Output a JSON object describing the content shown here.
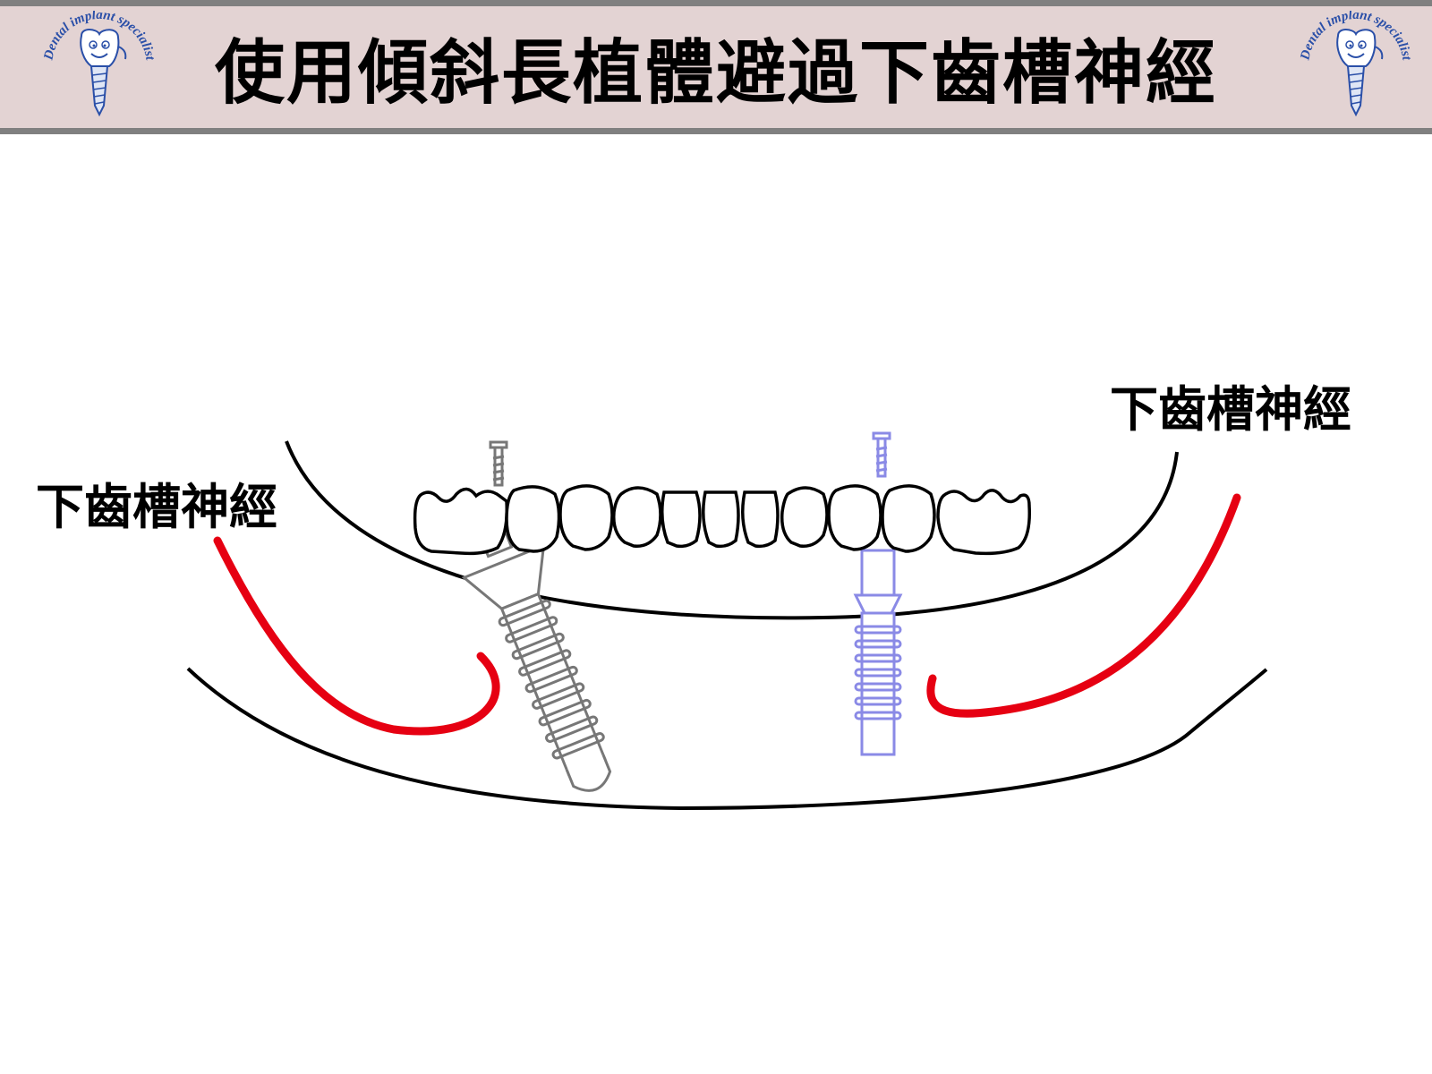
{
  "title": "使用傾斜長植體避過下齒槽神經",
  "logo": {
    "text": "Dental implant specialist",
    "icon": "tooth-implant-mascot-icon"
  },
  "labels": {
    "nerve_left": "下齒槽神經",
    "nerve_right": "下齒槽神經"
  },
  "colors": {
    "header_bg": "#e3d3d3",
    "header_border": "#808080",
    "nerve": "#e60012",
    "tilted_implant": "#777777",
    "straight_implant": "#8a8ae6",
    "outline": "#000000"
  }
}
